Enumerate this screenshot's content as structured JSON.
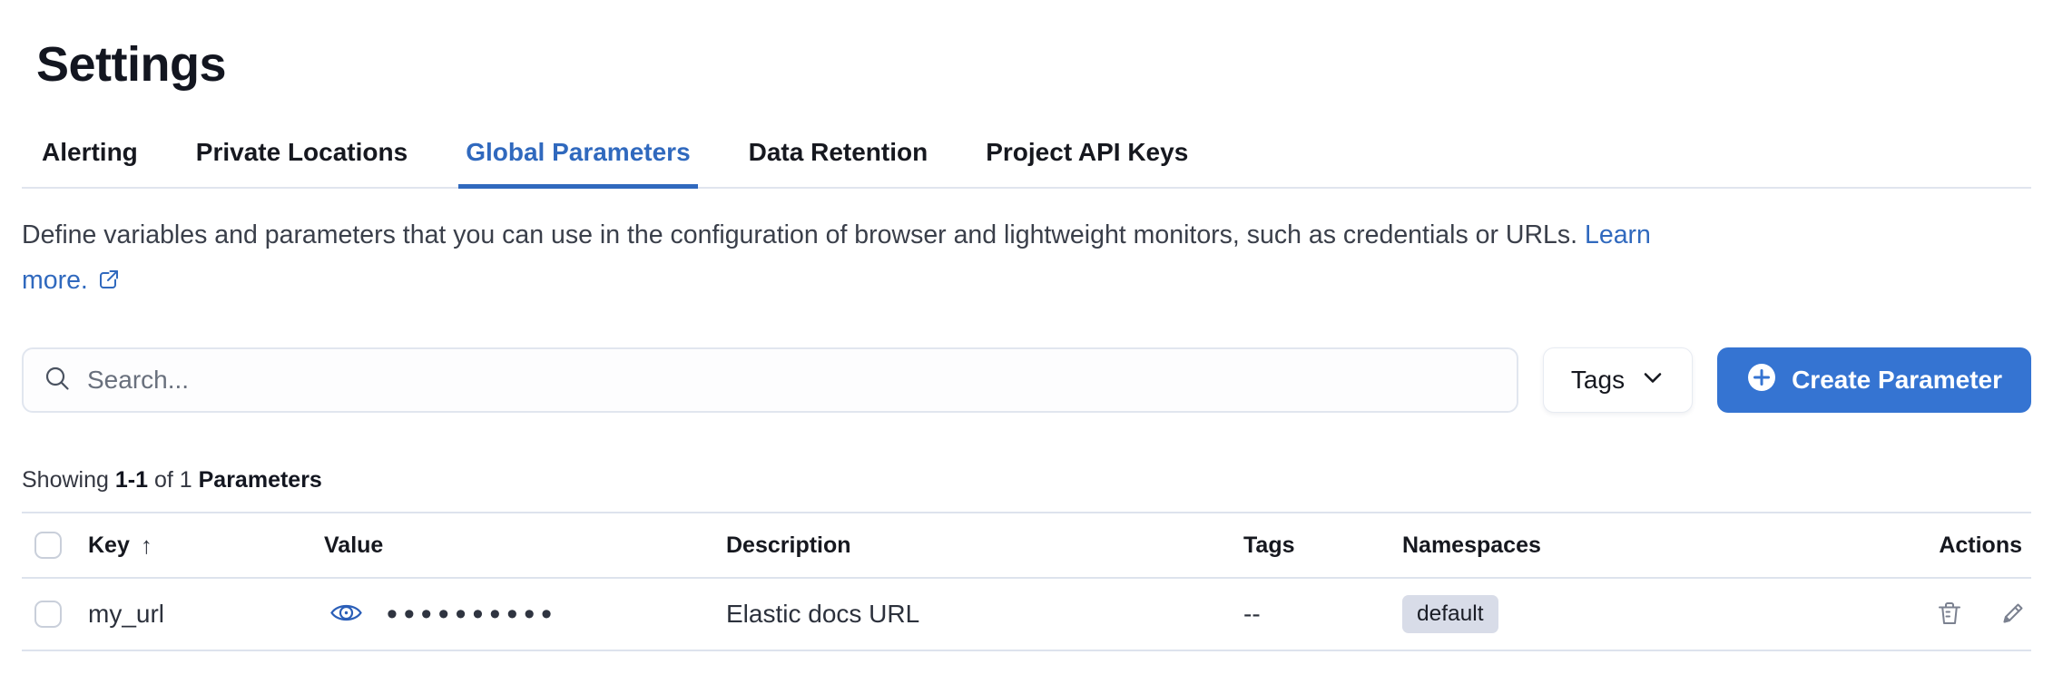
{
  "header": {
    "title": "Settings"
  },
  "tabs": [
    {
      "label": "Alerting",
      "active": false
    },
    {
      "label": "Private Locations",
      "active": false
    },
    {
      "label": "Global Parameters",
      "active": true
    },
    {
      "label": "Data Retention",
      "active": false
    },
    {
      "label": "Project API Keys",
      "active": false
    }
  ],
  "intro": {
    "text_line1": "Define variables and parameters that you can use in the configuration of browser and lightweight monitors, such as credentials or URLs.",
    "link_line1": "Learn",
    "link_line2": "more."
  },
  "toolbar": {
    "search_placeholder": "Search...",
    "tags_label": "Tags",
    "create_label": "Create Parameter"
  },
  "summary": {
    "showing": "Showing",
    "range": "1-1",
    "of": "of",
    "total": "1",
    "noun": "Parameters"
  },
  "table": {
    "columns": {
      "key": "Key",
      "value": "Value",
      "description": "Description",
      "tags": "Tags",
      "namespaces": "Namespaces",
      "actions": "Actions"
    },
    "sort": {
      "column": "Key",
      "direction": "ascending",
      "arrow": "↑"
    },
    "rows": [
      {
        "key": "my_url",
        "value_masked": "••••••••••",
        "description": "Elastic docs URL",
        "tags": "--",
        "namespace": "default"
      }
    ]
  },
  "icons": {
    "search": "magnifier",
    "tags_dropdown": "chevron-down",
    "create": "plus-in-circle",
    "learn_more": "external-link",
    "value_reveal": "eye",
    "sort": "arrow-up",
    "row_actions": [
      "trash",
      "pencil"
    ]
  },
  "colors": {
    "accent_link": "#3069BE",
    "primary_button": "#3574D2",
    "badge_bg": "#D8DCE8",
    "divider": "#DDE3ED",
    "text": "#1A1D26",
    "muted_text": "#343741"
  }
}
